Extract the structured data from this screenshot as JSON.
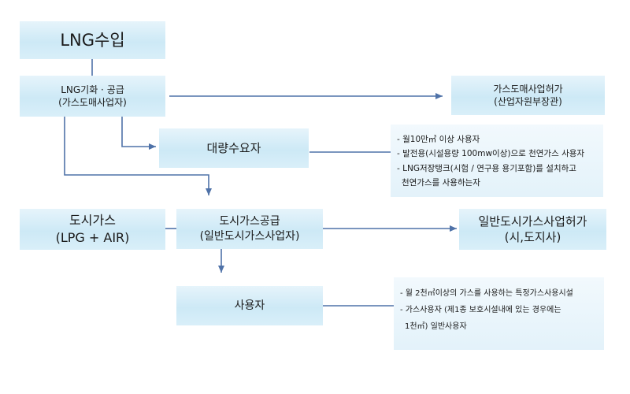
{
  "nodes": {
    "lng_import": {
      "label": "LNG수입"
    },
    "lng_gasify": {
      "line1": "LNG기화 · 공급",
      "line2": "(가스도매사업자)"
    },
    "wholesale_permit": {
      "line1": "가스도매사업허가",
      "line2": "(산업자원부장관)"
    },
    "large_consumer": {
      "label": "대량수요자"
    },
    "city_gas_left": {
      "line1": "도시가스",
      "line2": "(LPG + AIR)"
    },
    "city_gas_supply": {
      "line1": "도시가스공급",
      "line2": "(일반도시가스사업자)"
    },
    "general_permit": {
      "line1": "일반도시가스사업허가",
      "line2": "(시,도지사)"
    },
    "user": {
      "label": "사용자"
    }
  },
  "notes": {
    "large_consumer": [
      "- 월10만㎥ 이상 사용자",
      "- 발전용(시설용량 100mw이상)으로 천연가스 사용자",
      "- LNG저장탱크(시험 / 연구용 용기포함)를 설치하고",
      "  천연가스를 사용하는자"
    ],
    "user": [
      "- 월 2천㎥이상의 가스를 사용하는 특정가스사용시설",
      "- 가스사용자 (제1종 보호시설내에 있는 경우에는",
      "  1천㎥) 일반사용자"
    ]
  },
  "colors": {
    "line": "#4f72a8",
    "box": "#cde9f6"
  }
}
